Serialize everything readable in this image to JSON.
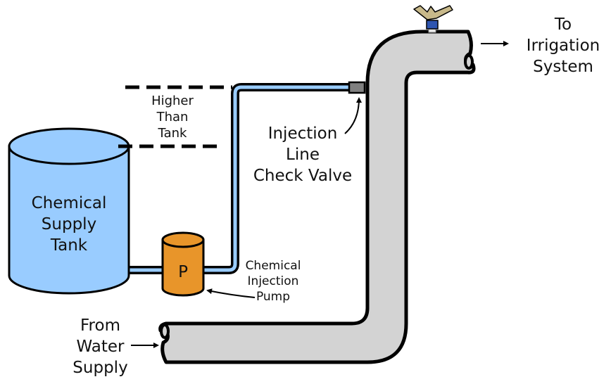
{
  "diagram": {
    "title": "Chemical injection into irrigation system",
    "labels": {
      "tank": [
        "Chemical",
        "Supply",
        "Tank"
      ],
      "pump_letter": "P",
      "pump": [
        "Chemical",
        "Injection",
        "Pump"
      ],
      "higher": [
        "Higher",
        "Than",
        "Tank"
      ],
      "check_valve": [
        "Injection",
        "Line",
        "Check Valve"
      ],
      "from": [
        "From",
        "Water",
        "Supply"
      ],
      "to": [
        "To",
        "Irrigation",
        "System"
      ]
    },
    "colors": {
      "tank_fill": "#99ccff",
      "pump_fill": "#e8952a",
      "pipe_fill": "#d3d3d3",
      "check_valve_fill": "#808080",
      "sprinkler_head": "#c8b98a",
      "sprinkler_collar": "#2e55b0",
      "outline": "#000000"
    }
  }
}
